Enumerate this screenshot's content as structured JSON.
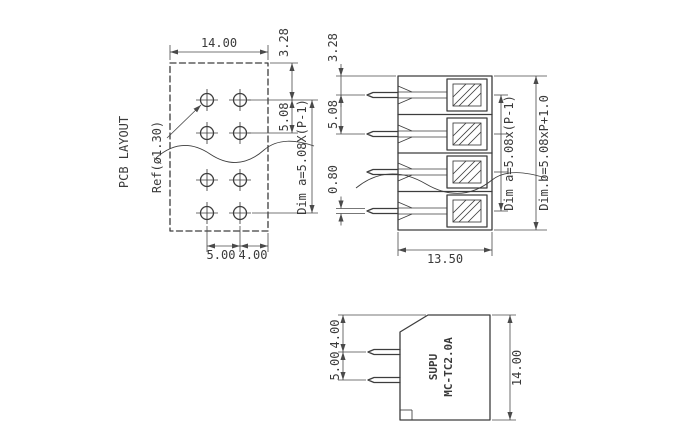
{
  "pcb_view": {
    "label": "PCB LAYOUT",
    "ref": "Ref(ø1.30)",
    "width": "14.00",
    "top_offset": "3.28",
    "pitch": "5.08",
    "dim_a": "Dim a=5.08X(P-1)",
    "col_spacing": "5.00",
    "edge_offset": "4.00"
  },
  "front_view": {
    "top_offset": "3.28",
    "pitch": "5.08",
    "pin_thickness": "0.80",
    "body_width": "13.50",
    "dim_a": "Dim a=5.08x(P-1)",
    "dim_b": "Dim.b=5.08xP+1.0"
  },
  "side_view": {
    "pin_offset": "4.00",
    "pin_pitch": "5.00",
    "body_height": "14.00",
    "brand": "SUPU",
    "model": "MC-TC2.0A"
  },
  "colors": {
    "line": "#3d3d3d",
    "background": "#ffffff"
  }
}
